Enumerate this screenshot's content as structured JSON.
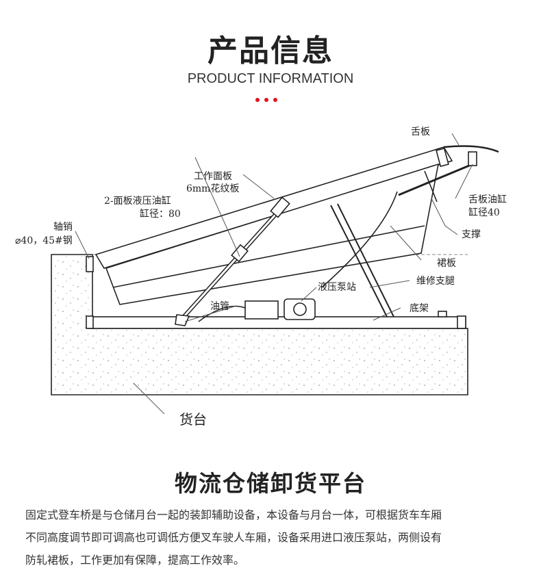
{
  "header": {
    "title": "产品信息",
    "subtitle": "PRODUCT INFORMATION",
    "accent_color": "#e0141e"
  },
  "diagram": {
    "labels": {
      "tongue_plate": "舌板",
      "work_panel": "工作面板",
      "work_panel_spec": "6mm花纹板",
      "panel_cylinder": "2-面板液压油缸",
      "panel_cylinder_bore": "缸径：80",
      "pivot_pin": "轴销",
      "pivot_pin_spec": "⌀40，45#钢",
      "tongue_cylinder": "舌板油缸",
      "tongue_cylinder_bore": "缸径40",
      "support": "支撑",
      "skirt": "裙板",
      "maintenance_leg": "维修支腿",
      "pump_station": "液压泵站",
      "oil_pipe": "油管",
      "base_frame": "底架",
      "platform": "货台"
    }
  },
  "section": {
    "title": "物流仓储卸货平台",
    "lines": [
      "固定式登车桥是与仓储月台一起的装卸辅助设备，本设备与月台一体，可根据货车车厢",
      "不同高度调节即可调高也可调低方便叉车驶人车厢，设备采用进口液压泵站，两侧设有",
      "防轧裙板，工作更加有保障，提高工作效率。"
    ]
  }
}
